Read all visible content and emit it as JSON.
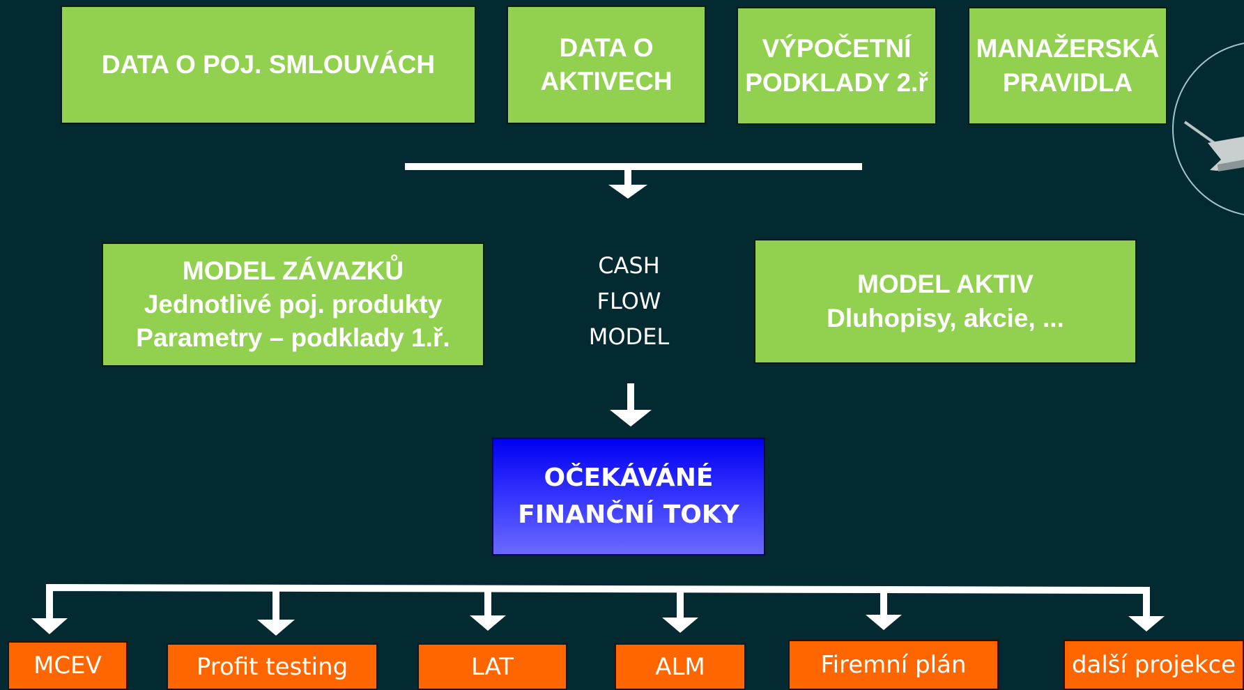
{
  "inputs": {
    "policy_data": [
      "DATA O POJ. SMLOUVÁCH"
    ],
    "asset_data": [
      "DATA O",
      "AKTIVECH"
    ],
    "calc_basis": [
      "VÝPOČETNÍ",
      "PODKLADY 2.ř"
    ],
    "mgmt_rules": [
      "MANAŽERSKÁ",
      "PRAVIDLA"
    ]
  },
  "model": {
    "liabilities": [
      "MODEL ZÁVAZKŮ",
      "Jednotlivé poj. produkty",
      "Parametry – podklady 1.ř."
    ],
    "cash_flow": [
      "CASH",
      "FLOW",
      "MODEL"
    ],
    "assets": [
      "MODEL AKTIV",
      "Dluhopisy, akcie, ..."
    ]
  },
  "output": {
    "expected_flows": [
      "OČEKÁVÁNÉ",
      "FINANČNÍ TOKY"
    ]
  },
  "uses": [
    "MCEV",
    "Profit testing",
    "LAT",
    "ALM",
    "Firemní plán",
    "další projekce"
  ],
  "colors": {
    "background": "#032a30",
    "input_box": "#92d050",
    "output_box": "#3a3aff",
    "use_box": "#ff6600",
    "connector": "#ffffff"
  },
  "icons": {
    "logo": "plough-logo-icon"
  }
}
